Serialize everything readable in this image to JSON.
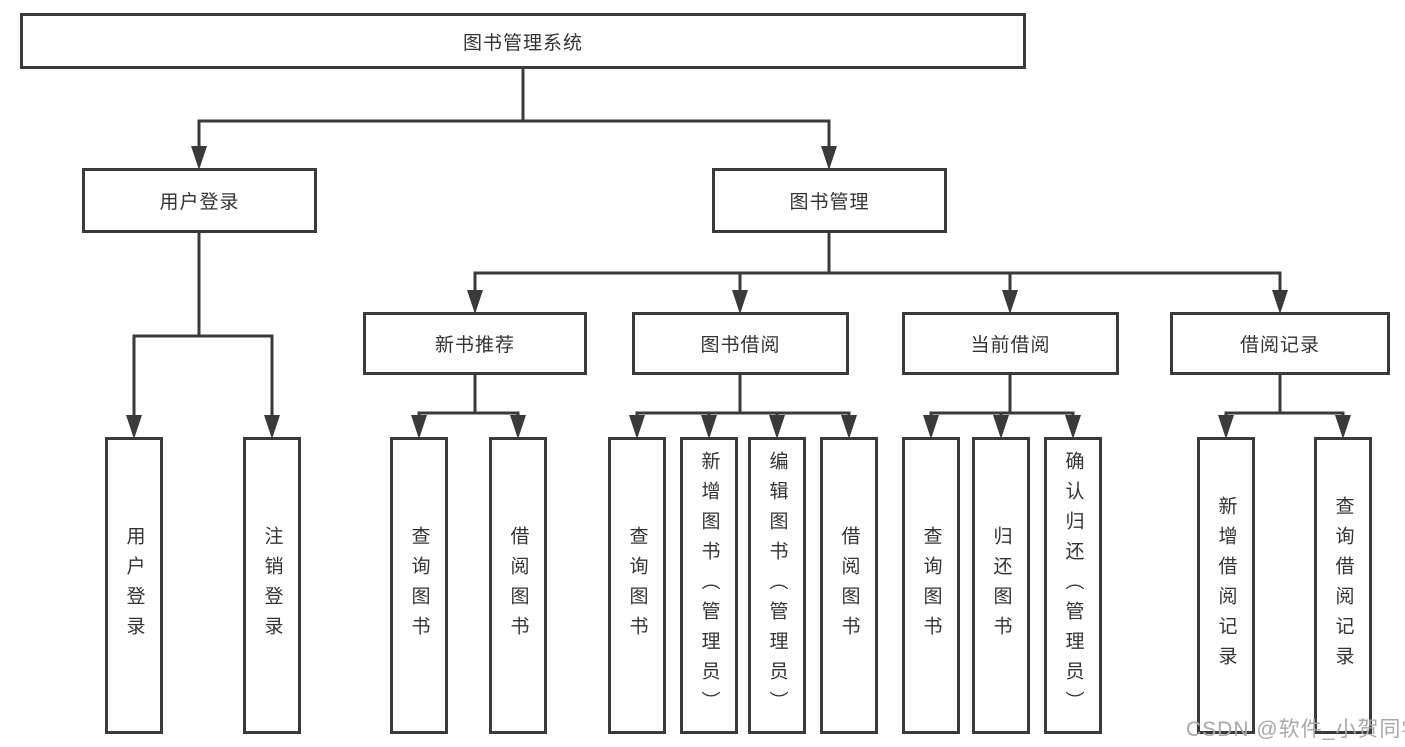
{
  "diagram": {
    "title": "图书管理系统",
    "root": {
      "label": "图书管理系统"
    },
    "level2": [
      {
        "label": "用户登录"
      },
      {
        "label": "图书管理"
      }
    ],
    "level3": [
      {
        "label": "新书推荐"
      },
      {
        "label": "图书借阅"
      },
      {
        "label": "当前借阅"
      },
      {
        "label": "借阅记录"
      }
    ],
    "leaves": {
      "user_login": [
        {
          "label": "用户登录"
        },
        {
          "label": "注销登录"
        }
      ],
      "new_book": [
        {
          "label": "查询图书"
        },
        {
          "label": "借阅图书"
        }
      ],
      "book_borrow": [
        {
          "label": "查询图书"
        },
        {
          "label": "新增图书（管理员）"
        },
        {
          "label": "编辑图书（管理员）"
        },
        {
          "label": "借阅图书"
        }
      ],
      "current_borrow": [
        {
          "label": "查询图书"
        },
        {
          "label": "归还图书"
        },
        {
          "label": "确认归还（管理员）"
        }
      ],
      "borrow_record": [
        {
          "label": "新增借阅记录"
        },
        {
          "label": "查询借阅记录"
        }
      ]
    },
    "colors": {
      "line": "#3a3a3a",
      "text": "#333333",
      "background": "#ffffff",
      "watermark": "#a8a8a8"
    }
  },
  "watermark": {
    "text": "CSDN @软件_小贺同学"
  }
}
